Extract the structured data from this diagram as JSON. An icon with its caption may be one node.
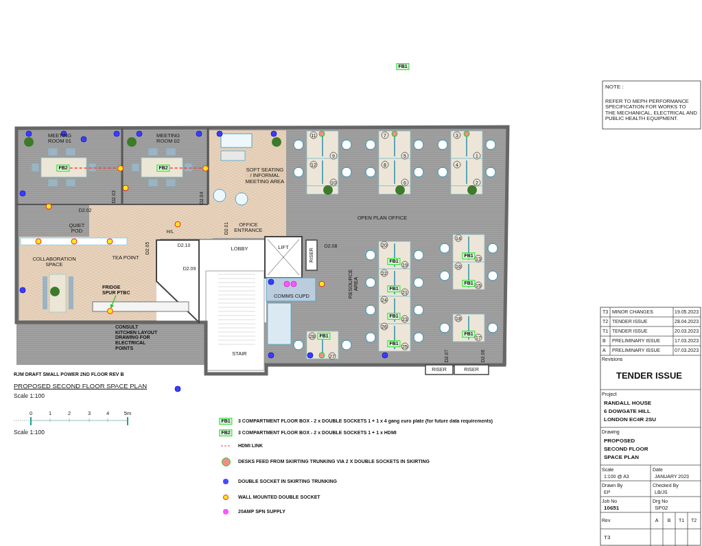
{
  "diagram": {
    "title": "PROPOSED SECOND FLOOR SPACE PLAN",
    "nodes": [
      {
        "text": [
          "FB2"
        ]
      },
      {
        "text": [],
        "shape": "circle"
      },
      {
        "text": [
          "FB2"
        ]
      },
      {
        "text": [],
        "shape": "circle"
      },
      {
        "text": [
          "FRIDGE SPUR PTBC"
        ]
      },
      {
        "text": [],
        "shape": "circle"
      }
    ],
    "edges": [
      {
        "from": 0,
        "to": 1,
        "arrow": "none",
        "style": "dashed",
        "color": "#ff3b3b"
      },
      {
        "from": 2,
        "to": 3,
        "arrow": "none",
        "style": "dashed",
        "color": "#ff3b3b"
      },
      {
        "from": 4,
        "to": 5,
        "arrow": "to",
        "color": "#22cc22"
      }
    ],
    "labels": [
      "FB1",
      "MEETING ROOM 01",
      "MEETING ROOM 02",
      "11",
      "7",
      "3",
      "9",
      "5",
      "1",
      "SOFT SEATING / INFORMAL MEETING AREA",
      "12",
      "8",
      "4",
      "10",
      "6",
      "2",
      "D2.03",
      "D2.04",
      "D2.02",
      "OPEN PLAN OFFICE",
      "QUIET POD",
      "H/L",
      "D2.01",
      "OFFICE ENTRANCE",
      "D2.05",
      "D2.10",
      "LOBBY",
      "LIFT",
      "D2.08",
      "20",
      "14",
      "COLLABORATION SPACE",
      "TEA POINT",
      "D2.09",
      "RISER",
      "FB1",
      "19",
      "FB1",
      "13",
      "22",
      "16",
      "RESOURCE AREA",
      "FB1",
      "21",
      "FB1",
      "15",
      "COMMS CUPD",
      "24",
      "FB1",
      "23",
      "18",
      "CONSULT KITCHEN LAYOUT DRAWING FOR ELECTRICAL POINTS",
      "28",
      "FB1",
      "26",
      "FB1",
      "25",
      "FB1",
      "17",
      "STAIR",
      "27",
      "D2.07",
      "D2.06",
      "RISER",
      "RISER",
      "RJM DRAFT SMALL POWER 2ND FLOOR REV B",
      "Scale 1:100",
      "0",
      "1",
      "2",
      "3",
      "4",
      "5m",
      "FB1",
      "Scale 1:100",
      "FB2",
      "NOTE :",
      "REFER TO MEPH PERFORMANCE SPECIFICATION FOR WORKS TO THE MECHANICAL, ELECTRICAL AND PUBLIC HEALTH EQUIPMENT.",
      "T3",
      "MINOR CHANGES",
      "19.05.2023",
      "T2",
      "TENDER ISSUE",
      "28.04.2023",
      "T1",
      "TENDER ISSUE",
      "20.03.2023",
      "B",
      "PRELIMINARY ISSUE",
      "17.03.2023",
      "A",
      "PRELIMINARY ISSUE",
      "07.03.2023",
      "Revisions",
      "TENDER ISSUE",
      "Project",
      "RANDALL HOUSE",
      "6 DOWGATE HILL",
      "LONDON EC4R 2SU",
      "Drawing",
      "PROPOSED",
      "SECOND FLOOR",
      "SPACE PLAN",
      "Scale",
      "Date",
      "1:100 @ A3",
      "JANUARY 2023",
      "Drawn By",
      "Checked By",
      "EP",
      "LB/JS",
      "Job No",
      "Drg No",
      "10651",
      "SP02",
      "Rev",
      "A",
      "B",
      "T1",
      "T2",
      "T3"
    ],
    "legend": [
      {
        "text": "3 COMPARTMENT FLOOR BOX - 2 x DOUBLE SOCKETS 1 + 1 x 4 gang euro plate (for future data requirements)"
      },
      {
        "text": "3 COMPARTMENT FLOOR BOX - 2 x DOUBLE SOCKETS 1 + 1 x HDMI"
      },
      {
        "text": "HDMI LINK"
      },
      {
        "text": "DESKS FEED FROM SKIRTING TRUNKING VIA 2 X DOUBLE SOCKETS IN SKIRTING",
        "color": "#f08c8c"
      },
      {
        "text": "DOUBLE SOCKET IN SKIRTING TRUNKING",
        "color": "#4a4aff"
      },
      {
        "text": "WALL MOUNTED DOUBLE SOCKET",
        "color": "#ffe81a"
      },
      {
        "text": "20AMP SPN SUPPLY",
        "color": "#ff55ff"
      }
    ]
  }
}
